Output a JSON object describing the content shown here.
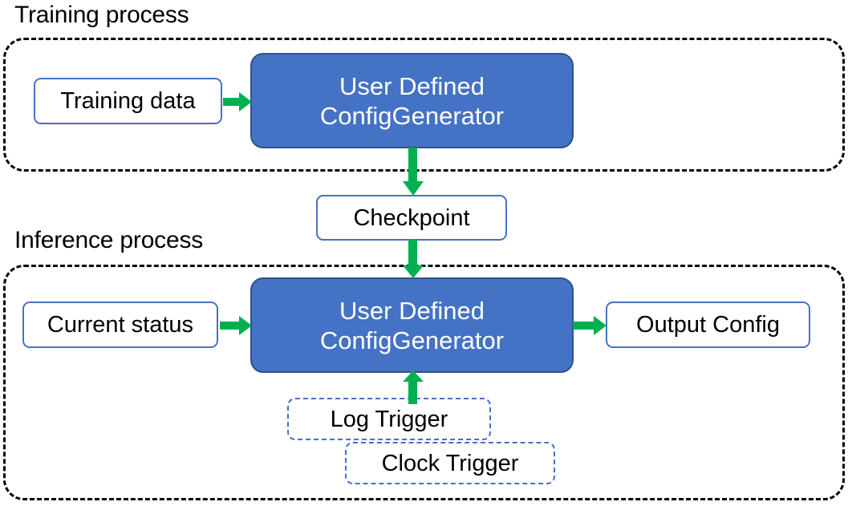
{
  "diagram": {
    "title_training": "Training process",
    "title_inference": "Inference process",
    "colors": {
      "process_fill": "#4472C4",
      "process_stroke": "#2F528F",
      "node_stroke": "#4472C4",
      "arrow_green": "#00B050",
      "group_stroke": "#000000",
      "text_dark": "#000000",
      "text_light": "#FFFFFF",
      "background": "#FFFFFF"
    },
    "groups": [
      {
        "name": "training-process",
        "label": "Training process"
      },
      {
        "name": "inference-process",
        "label": "Inference process"
      }
    ],
    "nodes": {
      "training_data": "Training data",
      "training_generator_line1": "User Defined",
      "training_generator_line2": "ConfigGenerator",
      "checkpoint": "Checkpoint",
      "current_status": "Current status",
      "inference_generator_line1": "User Defined",
      "inference_generator_line2": "ConfigGenerator",
      "output_config": "Output Config",
      "log_trigger": "Log Trigger",
      "clock_trigger": "Clock Trigger"
    },
    "edges": [
      {
        "name": "training-data-to-generator",
        "from": "Training data",
        "to": "User Defined ConfigGenerator",
        "direction": "right"
      },
      {
        "name": "training-generator-to-checkpoint",
        "from": "User Defined ConfigGenerator",
        "to": "Checkpoint",
        "direction": "down"
      },
      {
        "name": "checkpoint-to-inference-generator",
        "from": "Checkpoint",
        "to": "User Defined ConfigGenerator",
        "direction": "down"
      },
      {
        "name": "current-status-to-generator",
        "from": "Current status",
        "to": "User Defined ConfigGenerator",
        "direction": "right"
      },
      {
        "name": "generator-to-output-config",
        "from": "User Defined ConfigGenerator",
        "to": "Output Config",
        "direction": "right"
      },
      {
        "name": "triggers-to-generator",
        "from": "Log Trigger / Clock Trigger",
        "to": "User Defined ConfigGenerator",
        "direction": "up"
      }
    ]
  }
}
